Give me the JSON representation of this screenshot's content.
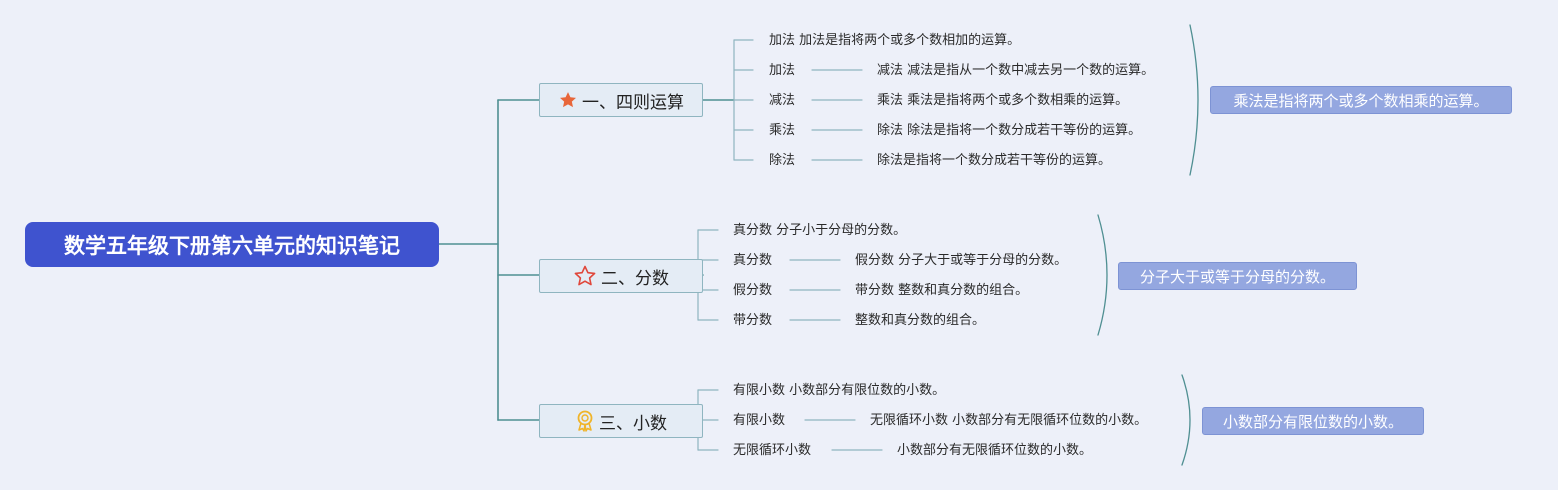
{
  "root": {
    "title": "数学五年级下册第六单元的知识笔记"
  },
  "branches": [
    {
      "title": "一、四则运算",
      "icon": "star-filled-icon",
      "summary": "乘法是指将两个或多个数相乘的运算。",
      "rows": [
        {
          "a": "加法 加法是指将两个或多个数相加的运算。",
          "b": ""
        },
        {
          "a": "加法",
          "b": "减法 减法是指从一个数中减去另一个数的运算。"
        },
        {
          "a": "减法",
          "b": "乘法 乘法是指将两个或多个数相乘的运算。"
        },
        {
          "a": "乘法",
          "b": "除法 除法是指将一个数分成若干等份的运算。"
        },
        {
          "a": "除法",
          "b": "除法是指将一个数分成若干等份的运算。"
        }
      ]
    },
    {
      "title": "二、分数",
      "icon": "star-outline-icon",
      "summary": "分子大于或等于分母的分数。",
      "rows": [
        {
          "a": "真分数 分子小于分母的分数。",
          "b": ""
        },
        {
          "a": "真分数",
          "b": "假分数 分子大于或等于分母的分数。"
        },
        {
          "a": "假分数",
          "b": "带分数 整数和真分数的组合。"
        },
        {
          "a": "带分数",
          "b": "整数和真分数的组合。"
        }
      ]
    },
    {
      "title": "三、小数",
      "icon": "award-ribbon-icon",
      "summary": "小数部分有限位数的小数。",
      "rows": [
        {
          "a": "有限小数 小数部分有限位数的小数。",
          "b": ""
        },
        {
          "a": "有限小数",
          "b": "无限循环小数 小数部分有无限循环位数的小数。"
        },
        {
          "a": "无限循环小数",
          "b": "小数部分有无限循环位数的小数。"
        }
      ]
    }
  ],
  "colors": {
    "background": "#edf0f9",
    "root": "#3f53cf",
    "connector": "#4f8f92",
    "leaf_connector": "#8fb5c0",
    "summary": "#94a7e0",
    "star_filled": "#e8663a",
    "star_outline": "#e0473b",
    "award": "#f0b429"
  }
}
